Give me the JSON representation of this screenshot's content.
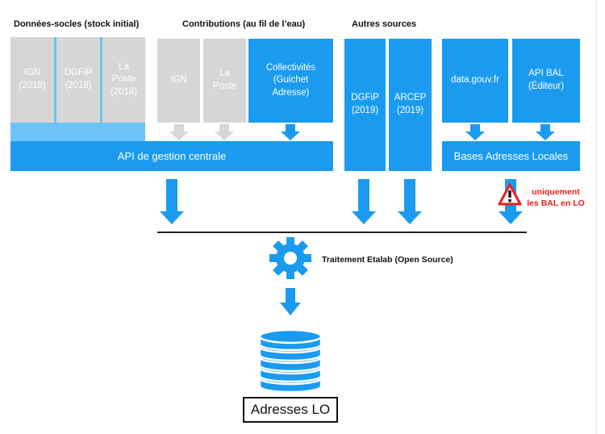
{
  "headers": {
    "socles": "Données-socles (stock initial)",
    "contributions": "Contributions (au fil de l’eau)",
    "autres": "Autres sources"
  },
  "sources": {
    "ign_2018": "IGN\n(2018)",
    "dgfip_2018": "DGFiP\n(2018)",
    "laposte_2018": "La\nPoste\n(2018)",
    "ign": "IGN",
    "laposte": "La\nPoste",
    "collectivites": "Collectivités\n(Guichet\nAdresse)",
    "dgfip_2019": "DGFiP\n(2019)",
    "arcep_2019": "ARCEP\n(2019)",
    "datagouv": "data.gouv.fr",
    "api_bal": "API BAL\n(Éditeur)"
  },
  "bars": {
    "api_gestion": "API de gestion centrale",
    "bal": "Bases Adresses Locales"
  },
  "warning": "uniquement\nles BAL en LO",
  "process": "Traitement Etalab (Open Source)",
  "output": "Adresses LO",
  "colors": {
    "blue": "#1a9bf0",
    "gray": "#d6d6d6",
    "light_blue": "#6cc3f5",
    "warning_red": "#e8201c"
  },
  "icons": [
    "gear-icon",
    "database-icon",
    "warning-icon",
    "arrow-down-icon"
  ]
}
